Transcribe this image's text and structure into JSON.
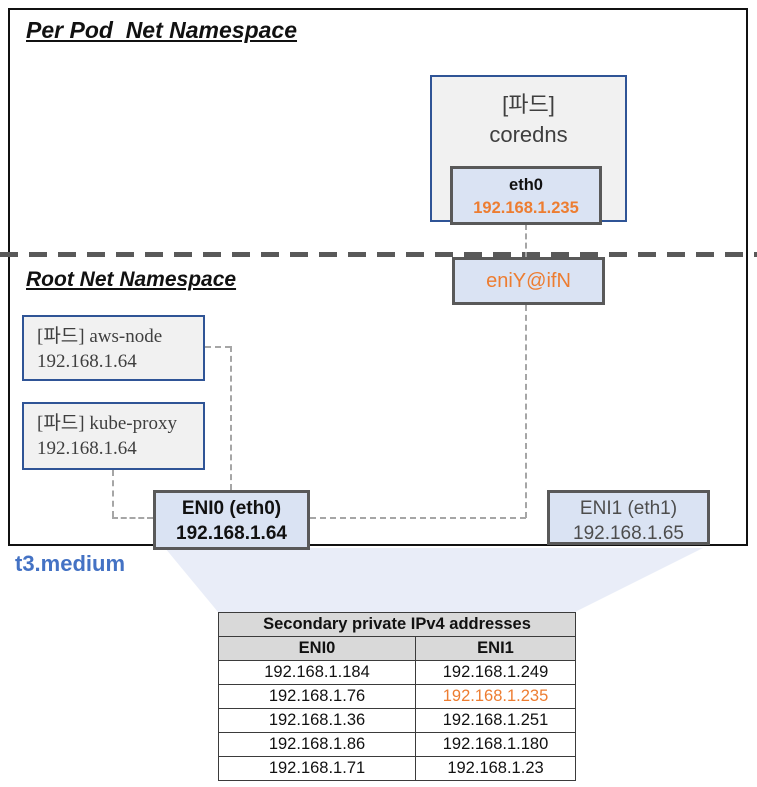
{
  "colors": {
    "orange": "#ED7D31",
    "pod_border_blue": "#2F5496",
    "lavender_fill": "#DAE3F3",
    "gray_fill": "#F1F1F1",
    "dark_gray_border": "#595959",
    "funnel_fill": "#E9EDF8",
    "table_header_bg": "#D9D9D9",
    "instance_label_blue": "#4472C4"
  },
  "per_pod_section": {
    "title": "Per Pod  Net Namespace",
    "coredns_pod": {
      "tag": "[파드]",
      "name": "coredns",
      "interface_name": "eth0",
      "interface_ip": "192.168.1.235"
    }
  },
  "root_section": {
    "title": "Root Net Namespace",
    "veth_label": "eniY@ifN",
    "pods": [
      {
        "tag": "[파드]",
        "name": "aws-node",
        "ip": "192.168.1.64"
      },
      {
        "tag": "[파드]",
        "name": "kube-proxy",
        "ip": "192.168.1.64"
      }
    ],
    "enis": [
      {
        "label": "ENI0 (eth0)",
        "ip": "192.168.1.64"
      },
      {
        "label": "ENI1 (eth1)",
        "ip": "192.168.1.65"
      }
    ]
  },
  "instance_type": "t3.medium",
  "table": {
    "title": "Secondary private IPv4 addresses",
    "columns": [
      "ENI0",
      "ENI1"
    ],
    "rows": [
      [
        "192.168.1.184",
        "192.168.1.249"
      ],
      [
        "192.168.1.76",
        "192.168.1.235"
      ],
      [
        "192.168.1.36",
        "192.168.1.251"
      ],
      [
        "192.168.1.86",
        "192.168.1.180"
      ],
      [
        "192.168.1.71",
        "192.168.1.23"
      ]
    ],
    "highlighted_value": "192.168.1.235"
  }
}
